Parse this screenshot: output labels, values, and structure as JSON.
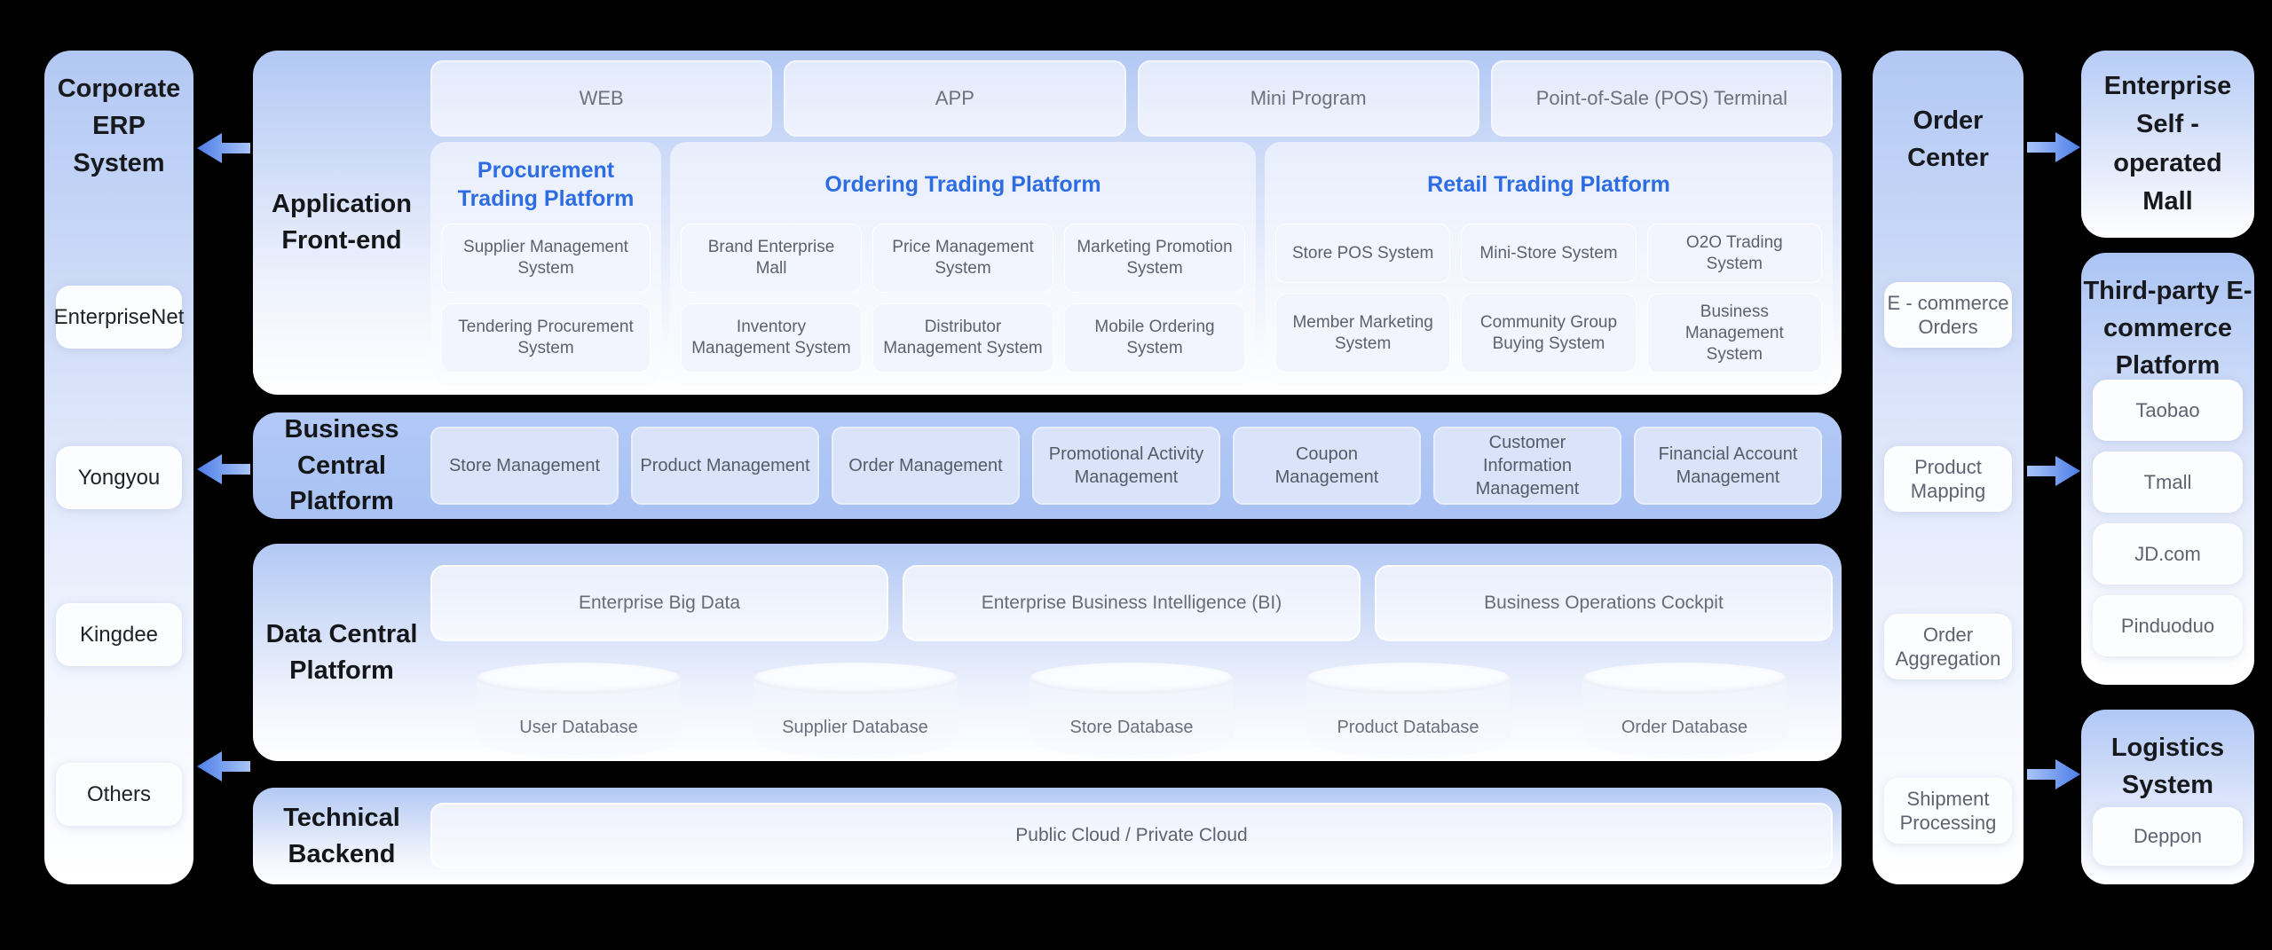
{
  "left_panel": {
    "title": "Corporate ERP System",
    "items": [
      "EnterpriseNet",
      "Yongyou",
      "Kingdee",
      "Others"
    ]
  },
  "app_frontend": {
    "label": "Application Front-end",
    "channels": [
      "WEB",
      "APP",
      "Mini Program",
      "Point-of-Sale (POS) Terminal"
    ],
    "platforms": [
      {
        "title": "Procurement Trading Platform",
        "items": [
          "Supplier Management System",
          "Tendering Procurement System"
        ]
      },
      {
        "title": "Ordering Trading Platform",
        "items": [
          "Brand Enterprise Mall",
          "Price Management System",
          "Marketing Promotion System",
          "Inventory Management System",
          "Distributor Management System",
          "Mobile Ordering System"
        ]
      },
      {
        "title": "Retail Trading Platform",
        "items": [
          "Store POS System",
          "Mini-Store System",
          "O2O Trading System",
          "Member Marketing System",
          "Community Group Buying System",
          "Business Management System"
        ]
      }
    ]
  },
  "business_central": {
    "label": "Business Central Platform",
    "items": [
      "Store Management",
      "Product Management",
      "Order Management",
      "Promotional Activity Management",
      "Coupon Management",
      "Customer Information Management",
      "Financial Account Management"
    ]
  },
  "data_central": {
    "label": "Data Central Platform",
    "apps": [
      "Enterprise Big Data",
      "Enterprise Business Intelligence (BI)",
      "Business Operations Cockpit"
    ],
    "databases": [
      "User Database",
      "Supplier Database",
      "Store Database",
      "Product Database",
      "Order Database"
    ]
  },
  "technical_backend": {
    "label": "Technical Backend",
    "item": "Public Cloud / Private Cloud"
  },
  "order_center": {
    "title": "Order Center",
    "items": [
      "E - commerce Orders",
      "Product Mapping",
      "Order Aggregation",
      "Shipment Processing"
    ]
  },
  "right_panel": {
    "mall_title": "Enterprise Self - operated Mall",
    "third_party": {
      "title": "Third-party E-commerce Platform",
      "items": [
        "Taobao",
        "Tmall",
        "JD.com",
        "Pinduoduo"
      ]
    },
    "logistics": {
      "title": "Logistics System",
      "items": [
        "Deppon"
      ]
    }
  },
  "icons": {
    "left_arrow": "arrow-left",
    "right_arrow": "arrow-right"
  },
  "colors": {
    "background": "#000000",
    "panel_blue_top": "#b2c8f4",
    "business_row_blue": "#aec7f5",
    "accent_title_blue": "#2d6ce2",
    "arrow_dark": "#4c7de8",
    "arrow_light": "#a9c5f8",
    "item_text_gray": "#5b626e",
    "label_black": "#141619"
  }
}
